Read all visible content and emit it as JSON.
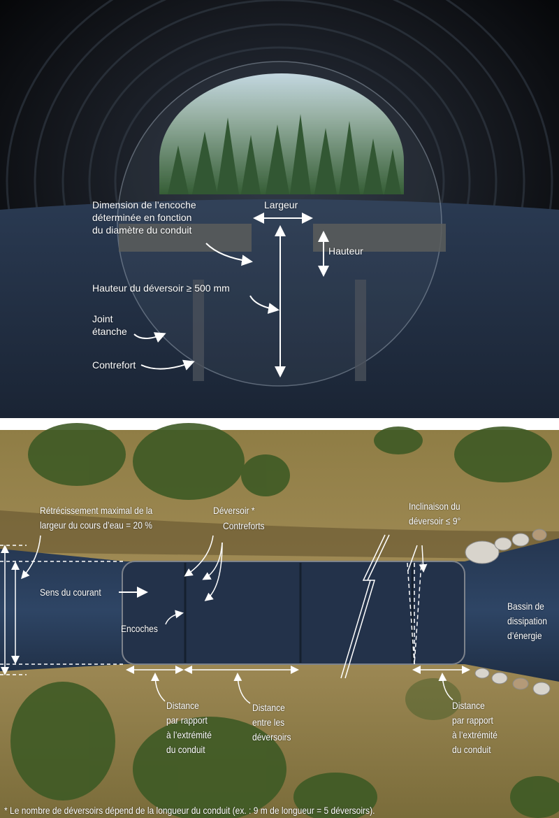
{
  "top_panel": {
    "notch_dimension": [
      "Dimension de l’encoche",
      "déterminée en fonction",
      "du diamètre du conduit"
    ],
    "width": "Largeur",
    "height": "Hauteur",
    "weir_height": "Hauteur du déversoir ≥ 500 mm",
    "seal": [
      "Joint",
      "étanche"
    ],
    "buttress": "Contrefort"
  },
  "bottom_panel": {
    "max_narrowing": [
      "Rétrécissement maximal de la",
      "largeur du cours d’eau = 20 %"
    ],
    "weir": "Déversoir *",
    "buttresses": "Contreforts",
    "incline": [
      "Inclinaison du",
      "déversoir ≤ 9°"
    ],
    "flow_direction": "Sens du courant",
    "notches": "Encoches",
    "basin": [
      "Bassin de",
      "dissipation",
      "d’énergie"
    ],
    "dist_end_left": [
      "Distance",
      "par rapport",
      "à l’extrémité",
      "du conduit"
    ],
    "dist_between": [
      "Distance",
      "entre les",
      "déversoirs"
    ],
    "dist_end_right": [
      "Distance",
      "par rapport",
      "à l’extrémité",
      "du conduit"
    ],
    "footnote": "* Le nombre de déversoirs dépend de la longueur du conduit  (ex. : 9 m de longueur = 5 déversoirs)."
  }
}
